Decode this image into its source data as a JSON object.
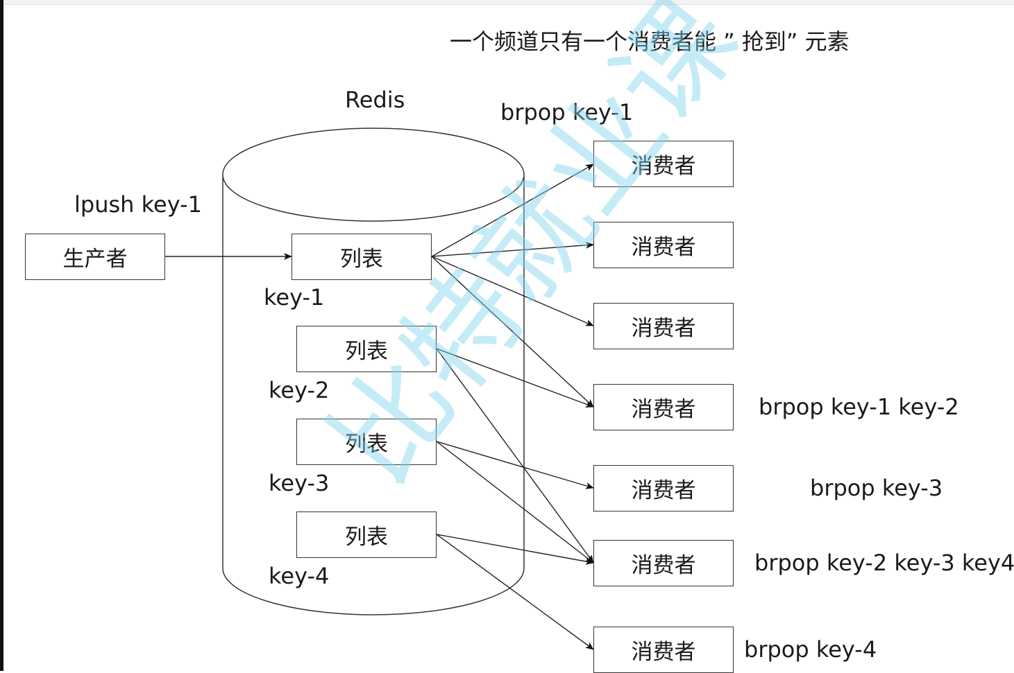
{
  "title": "一个频道只有一个消费者能 ” 抢到” 元素",
  "redis_label": "Redis",
  "producer": {
    "command": "lpush key-1",
    "label": "生产者"
  },
  "lists": [
    {
      "label": "列表",
      "key": "key-1"
    },
    {
      "label": "列表",
      "key": "key-2"
    },
    {
      "label": "列表",
      "key": "key-3"
    },
    {
      "label": "列表",
      "key": "key-4"
    }
  ],
  "consumers": [
    {
      "label": "消费者",
      "command": "brpop key-1"
    },
    {
      "label": "消费者",
      "command": ""
    },
    {
      "label": "消费者",
      "command": ""
    },
    {
      "label": "消费者",
      "command": "brpop key-1 key-2"
    },
    {
      "label": "消费者",
      "command": "brpop key-3"
    },
    {
      "label": "消费者",
      "command": "brpop key-2 key-3 key4"
    },
    {
      "label": "消费者",
      "command": "brpop key-4"
    }
  ],
  "edges": [
    {
      "from": "producer",
      "to": "list-1"
    },
    {
      "from": "list-1",
      "to": "consumer-1"
    },
    {
      "from": "list-1",
      "to": "consumer-2"
    },
    {
      "from": "list-1",
      "to": "consumer-3"
    },
    {
      "from": "list-1",
      "to": "consumer-4"
    },
    {
      "from": "list-2",
      "to": "consumer-4"
    },
    {
      "from": "list-2",
      "to": "consumer-6"
    },
    {
      "from": "list-3",
      "to": "consumer-5"
    },
    {
      "from": "list-3",
      "to": "consumer-6"
    },
    {
      "from": "list-4",
      "to": "consumer-6"
    },
    {
      "from": "list-4",
      "to": "consumer-7"
    }
  ],
  "watermark": "比特就业课"
}
